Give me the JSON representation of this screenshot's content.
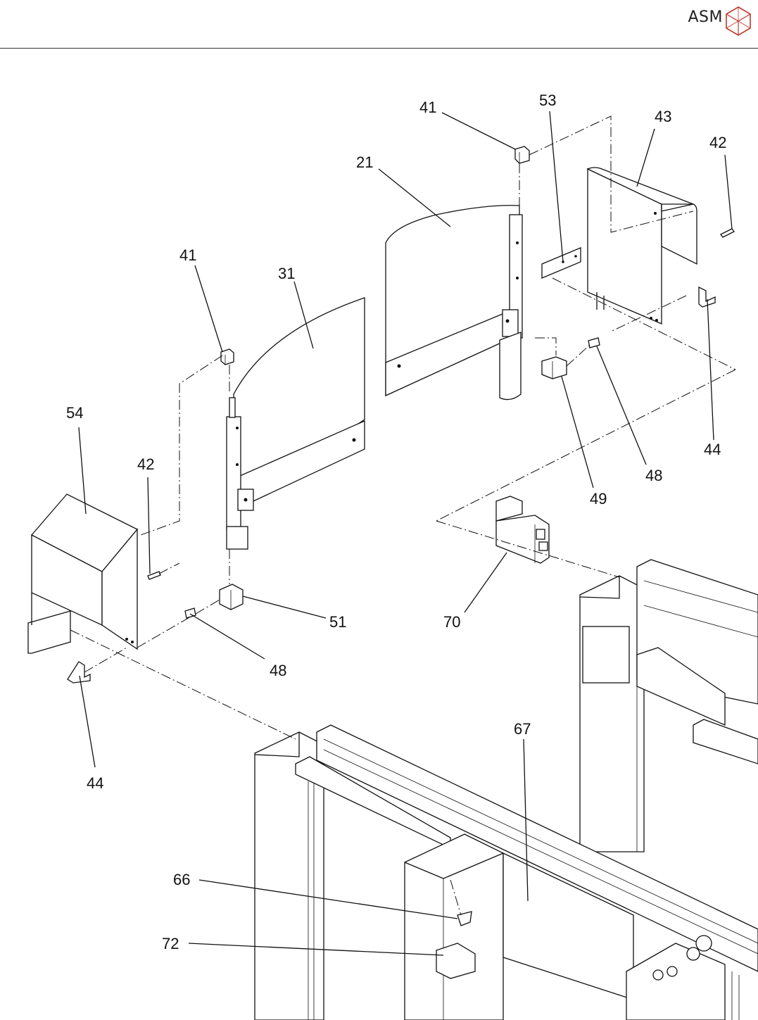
{
  "header": {
    "brand": "ASM"
  },
  "diagram": {
    "callouts": [
      {
        "id": "c41a",
        "text": "41"
      },
      {
        "id": "c53",
        "text": "53"
      },
      {
        "id": "c43",
        "text": "43"
      },
      {
        "id": "c42a",
        "text": "42"
      },
      {
        "id": "c21",
        "text": "21"
      },
      {
        "id": "c41b",
        "text": "41"
      },
      {
        "id": "c31",
        "text": "31"
      },
      {
        "id": "c54",
        "text": "54"
      },
      {
        "id": "c42b",
        "text": "42"
      },
      {
        "id": "c44a",
        "text": "44"
      },
      {
        "id": "c48a",
        "text": "48"
      },
      {
        "id": "c49",
        "text": "49"
      },
      {
        "id": "c51",
        "text": "51"
      },
      {
        "id": "c70",
        "text": "70"
      },
      {
        "id": "c48b",
        "text": "48"
      },
      {
        "id": "c44b",
        "text": "44"
      },
      {
        "id": "c67",
        "text": "67"
      },
      {
        "id": "c66",
        "text": "66"
      },
      {
        "id": "c72",
        "text": "72"
      }
    ]
  }
}
